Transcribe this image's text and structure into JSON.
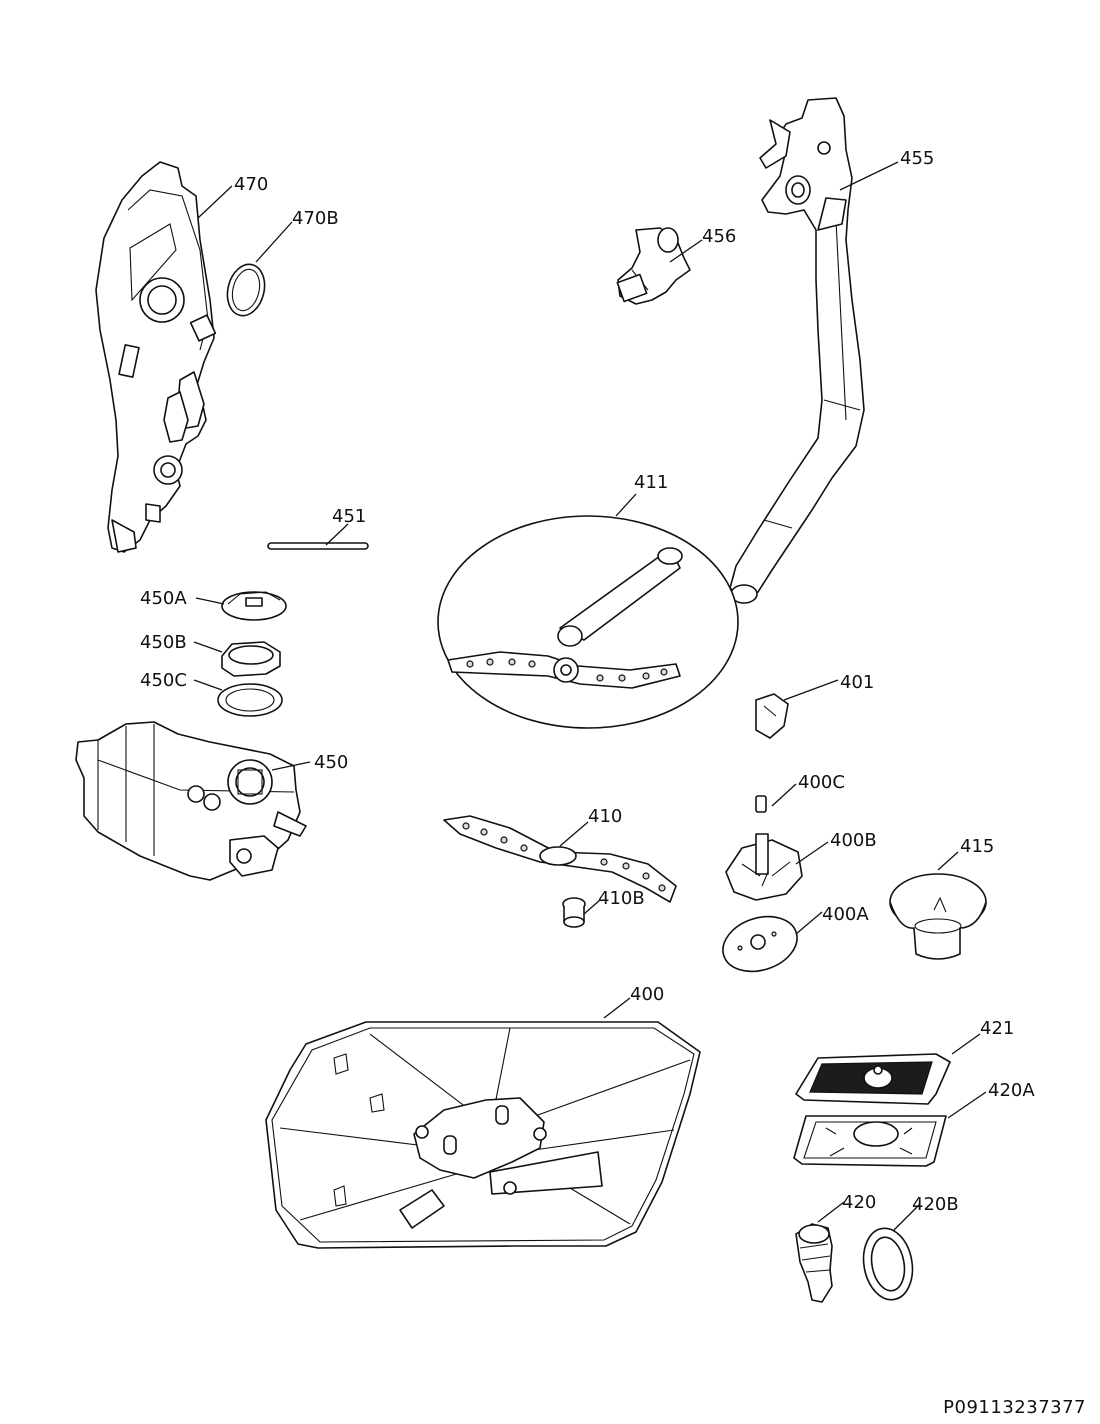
{
  "document_id": "P09113237377",
  "labels": {
    "p470": "470",
    "p470B": "470B",
    "p455": "455",
    "p456": "456",
    "p451": "451",
    "p411": "411",
    "p450A": "450A",
    "p450B": "450B",
    "p450C": "450C",
    "p450": "450",
    "p401": "401",
    "p400C": "400C",
    "p410": "410",
    "p400B": "400B",
    "p415": "415",
    "p410B": "410B",
    "p400A": "400A",
    "p400": "400",
    "p421": "421",
    "p420A": "420A",
    "p420": "420",
    "p420B": "420B"
  }
}
